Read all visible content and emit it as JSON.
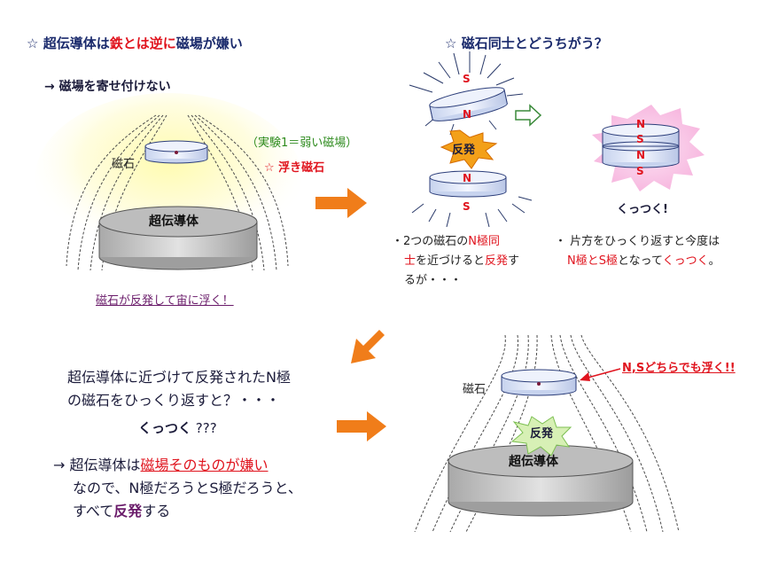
{
  "q1": {
    "star": "☆",
    "p1": "超伝導体は",
    "p2": "鉄とは逆に",
    "p3": "磁場が嫌い"
  },
  "q1_arrow_text": "→ 磁場を寄せ付けない",
  "left_magnet_label": "磁石",
  "experiment_label": "（実験1＝弱い磁場）",
  "floating_magnet_label": "☆ 浮き磁石",
  "superconductor_label": "超伝導体",
  "caption_float": "磁石が反発して宙に浮く！",
  "q2": {
    "star": "☆",
    "title": "磁石同士とどうちがう？"
  },
  "poles": {
    "s": "S",
    "n": "N"
  },
  "repel_label": "反発",
  "stack_labels": [
    "N",
    "S",
    "N",
    "S"
  ],
  "attach_label": "くっつく!",
  "note_same_pole": {
    "bullet": "・",
    "l1a": "2つの磁石の",
    "l1b": "N極同",
    "l2a": "士",
    "l2b": "を近づけると",
    "l2c": "反発",
    "l2d": "す",
    "l3": "るが・・・"
  },
  "note_flip": {
    "l1": "・ 片方をひっくり返すと今度は",
    "l2a": "N極とS極",
    "l2b": "となって",
    "l2c": "くっつく",
    "l2d": "。"
  },
  "question": {
    "l1": "超伝導体に近づけて反発されたN極",
    "l2": "の磁石をひっくり返すと？・・・"
  },
  "attach_q": {
    "bold": "くっつく",
    "marks": " ???"
  },
  "answer": {
    "arrow": "→",
    "a1": " 超伝導体は",
    "a2": "磁場そのものが嫌い",
    "l2": "なので、N極だろうとS極だろうと、",
    "l3a": "すべて",
    "l3b": "反発",
    "l3c": "する"
  },
  "right_magnet_label": "磁石",
  "ns_callout": "N,Sどちらでも浮く!!",
  "repel_label_2": "反発",
  "superconductor_label_2": "超伝導体",
  "colors": {
    "orange_arrow": "#f07d1a",
    "repel_burst": "#f3a019",
    "green_burst": "#d7f0b5",
    "pink_glow": "#f7b9e0",
    "navy": "#1a2a6c",
    "red": "#e0141e"
  }
}
